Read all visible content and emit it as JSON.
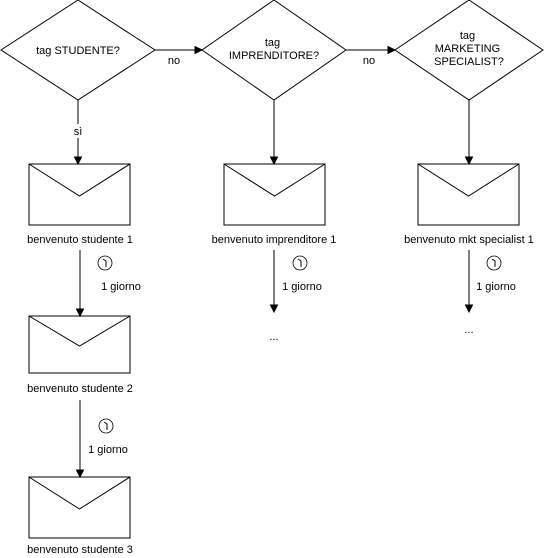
{
  "decisions": [
    {
      "lines": [
        "tag STUDENTE?"
      ]
    },
    {
      "lines": [
        "tag",
        "IMPRENDITORE?"
      ]
    },
    {
      "lines": [
        "tag",
        "MARKETING",
        "SPECIALIST?"
      ]
    }
  ],
  "edge_labels": {
    "no_1": "no",
    "no_2": "no",
    "si": "sì"
  },
  "emails": {
    "studente_1": "benvenuto studente 1",
    "studente_2": "benvenuto studente 2",
    "studente_3": "benvenuto studente 3",
    "imprenditore_1": "benvenuto imprenditore 1",
    "mkt_specialist_1": "benvenuto mkt specialist 1"
  },
  "delays": {
    "studente_1_2": "1 giorno",
    "studente_2_3": "1 giorno",
    "imprenditore": "1 giorno",
    "mkt_specialist": "1 giorno"
  },
  "continuations": {
    "imprenditore": "...",
    "mkt_specialist": "..."
  },
  "icons": {
    "delay": "clock-icon",
    "email": "envelope-icon"
  }
}
